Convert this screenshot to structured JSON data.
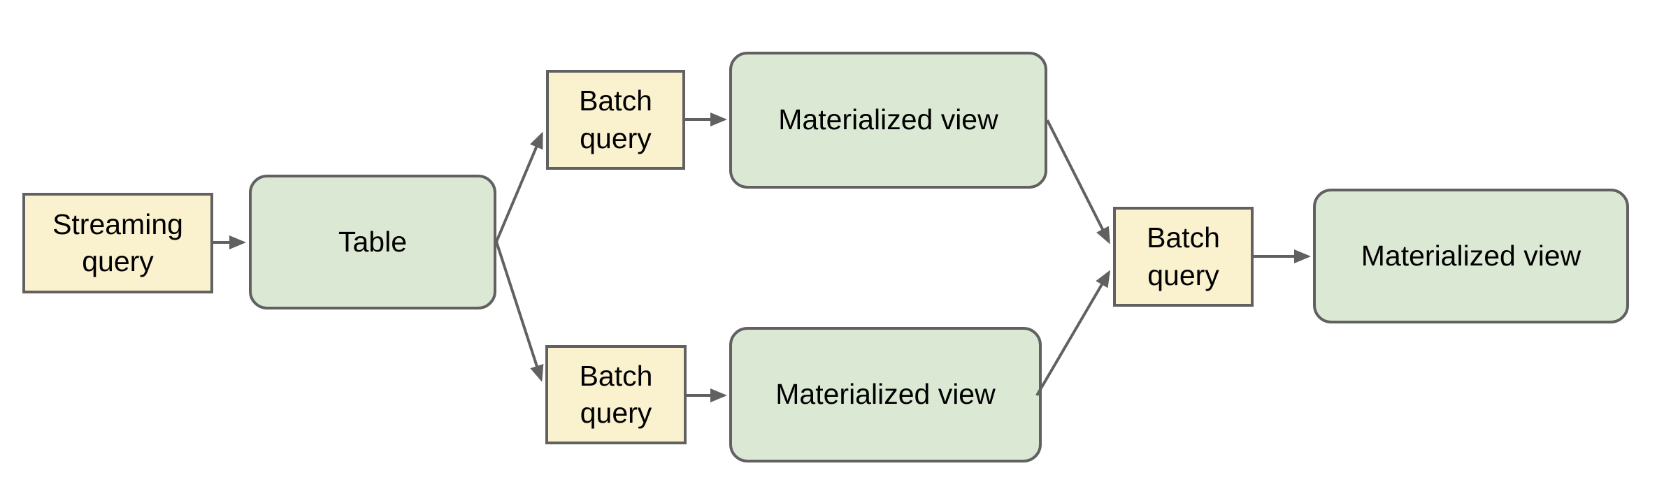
{
  "diagram": {
    "nodes": [
      {
        "id": "streaming-query",
        "label": "Streaming query",
        "kind": "query"
      },
      {
        "id": "table",
        "label": "Table",
        "kind": "table"
      },
      {
        "id": "batch-query-top",
        "label": "Batch query",
        "kind": "query"
      },
      {
        "id": "materialized-view-top",
        "label": "Materialized view",
        "kind": "view"
      },
      {
        "id": "batch-query-bottom",
        "label": "Batch query",
        "kind": "query"
      },
      {
        "id": "materialized-view-bottom",
        "label": "Materialized view",
        "kind": "view"
      },
      {
        "id": "batch-query-right",
        "label": "Batch query",
        "kind": "query"
      },
      {
        "id": "materialized-view-final",
        "label": "Materialized view",
        "kind": "view"
      }
    ],
    "edges": [
      {
        "from": "streaming-query",
        "to": "table"
      },
      {
        "from": "table",
        "to": "batch-query-top"
      },
      {
        "from": "table",
        "to": "batch-query-bottom"
      },
      {
        "from": "batch-query-top",
        "to": "materialized-view-top"
      },
      {
        "from": "batch-query-bottom",
        "to": "materialized-view-bottom"
      },
      {
        "from": "materialized-view-top",
        "to": "batch-query-right"
      },
      {
        "from": "materialized-view-bottom",
        "to": "batch-query-right"
      },
      {
        "from": "batch-query-right",
        "to": "materialized-view-final"
      }
    ],
    "colors": {
      "query_fill": "#faf1ce",
      "view_fill": "#dbe9d4",
      "stroke": "#616161",
      "text": "#000000",
      "background": "#ffffff"
    }
  }
}
